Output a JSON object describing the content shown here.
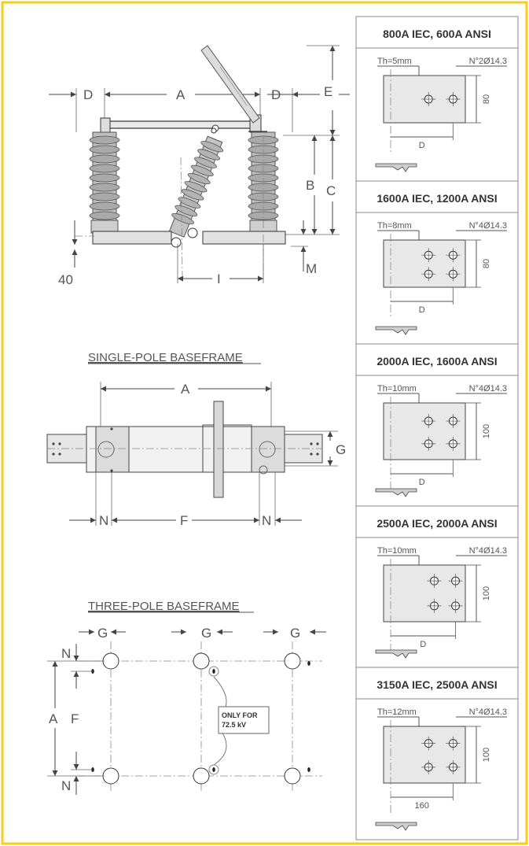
{
  "colors": {
    "border": "#f5cf1a",
    "line": "#444444",
    "insulator": "#9a9a9a",
    "panel_border": "#8a8a8a"
  },
  "side_view": {
    "dims": {
      "a": "A",
      "d_left": "D",
      "d_right": "D",
      "e": "E",
      "b": "B",
      "c": "C",
      "m": "M",
      "i": "I",
      "forty": "40"
    }
  },
  "single_pole": {
    "title": "SINGLE-POLE BASEFRAME",
    "dims": {
      "a": "A",
      "g": "G",
      "n_left": "N",
      "f": "F",
      "n_right": "N"
    }
  },
  "three_pole": {
    "title": "THREE-POLE BASEFRAME",
    "dims": {
      "g1": "G",
      "g2": "G",
      "g3": "G",
      "n_top": "N",
      "a": "A",
      "f": "F",
      "n_bottom": "N"
    },
    "note": [
      "ONLY FOR",
      "72.5 kV"
    ]
  },
  "panels": [
    {
      "title": "800A IEC, 600A ANSI",
      "th": "Th=5mm",
      "holes": "N°2Ø14.3",
      "height": "80",
      "d": "D"
    },
    {
      "title": "1600A IEC, 1200A ANSI",
      "th": "Th=8mm",
      "holes": "N°4Ø14.3",
      "height": "80",
      "d": "D"
    },
    {
      "title": "2000A IEC, 1600A ANSI",
      "th": "Th=10mm",
      "holes": "N°4Ø14.3",
      "height": "100",
      "d": "D"
    },
    {
      "title": "2500A IEC, 2000A ANSI",
      "th": "Th=10mm",
      "holes": "N°4Ø14.3",
      "height": "100",
      "d": "D"
    },
    {
      "title": "3150A IEC, 2500A ANSI",
      "th": "Th=12mm",
      "holes": "N°4Ø14.3",
      "height": "100",
      "d": "160"
    }
  ]
}
